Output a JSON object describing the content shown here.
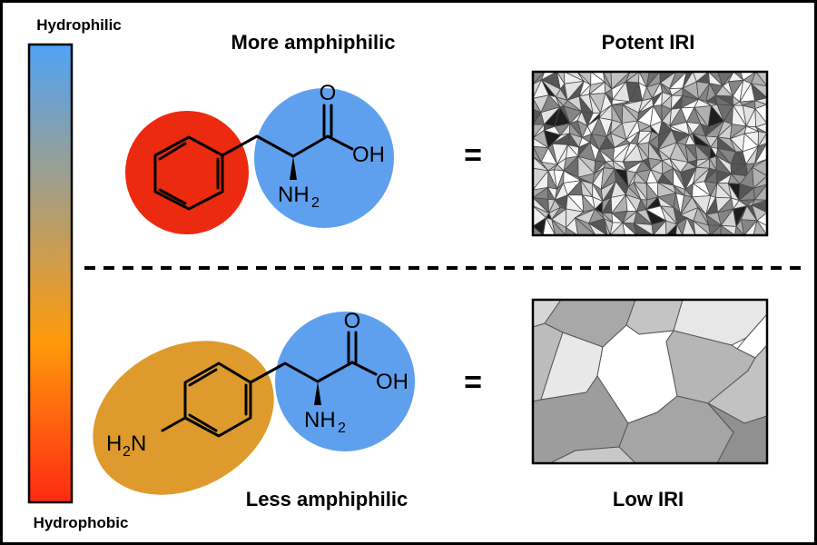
{
  "scale": {
    "top_label": "Hydrophilic",
    "bottom_label": "Hydrophobic",
    "gradient_colors": [
      "#4fa3f6",
      "#ff9a0a",
      "#ff2a12"
    ]
  },
  "top_panel": {
    "title": "More amphiphilic",
    "result": "Potent IRI",
    "equals": "=",
    "molecule": {
      "hydrophobic_color": "#ec2a0f",
      "hydrophilic_color": "#5fa0ee",
      "groups": {
        "acid_o": "O",
        "acid_oh": "OH",
        "amine_prefix": "NH",
        "amine_sub": "2"
      }
    },
    "micrograph": {
      "grain": "small",
      "grain_count": 260
    }
  },
  "bottom_panel": {
    "title": "Less amphiphilic",
    "result": "Low IRI",
    "equals": "=",
    "molecule": {
      "hydrophobic_color": "#de9a2d",
      "hydrophilic_color": "#5fa0ee",
      "groups": {
        "acid_o": "O",
        "acid_oh": "OH",
        "amine_prefix": "NH",
        "amine_sub": "2",
        "ring_amine_prefix": "H",
        "ring_amine_sub": "2",
        "ring_amine_suffix": "N"
      }
    },
    "micrograph": {
      "grain": "large",
      "grain_count": 14
    }
  }
}
